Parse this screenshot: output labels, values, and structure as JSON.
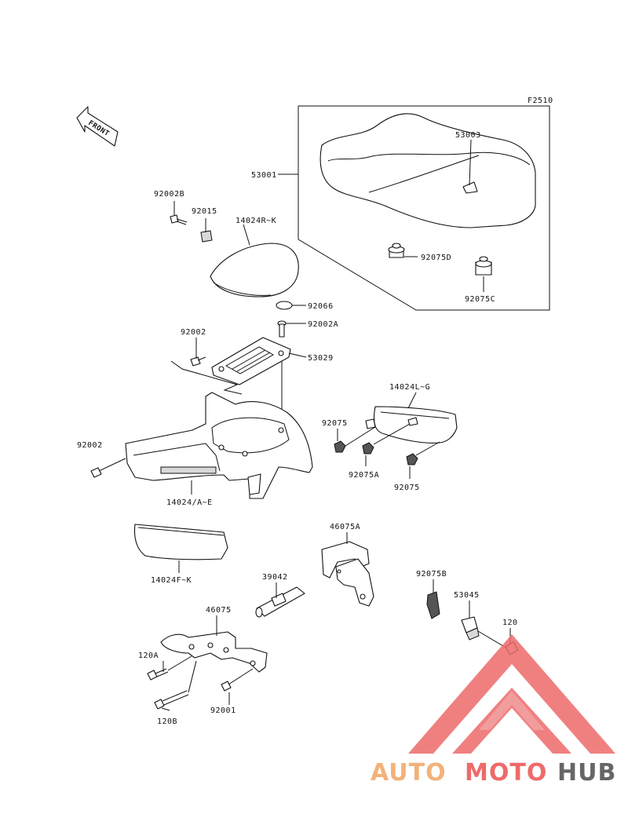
{
  "figure_code": "F2510",
  "front_label": "FRONT",
  "watermark": {
    "part1": "AUTO",
    "part2": "MOTO",
    "part3": "HUB",
    "color1": "#f2b27a",
    "color2": "#ee6a6a",
    "color3": "#666666"
  },
  "callouts": {
    "c53001": "53001",
    "c53003": "53003",
    "c92075D": "92075D",
    "c92075C": "92075C",
    "c92002B": "92002B",
    "c92015": "92015",
    "c14024RK": "14024R~K",
    "c92066": "92066",
    "c92002A": "92002A",
    "c92002_top": "92002",
    "c53029": "53029",
    "c14024LG": "14024L~G",
    "c92075_top": "92075",
    "c92075A": "92075A",
    "c92075_bot": "92075",
    "c92002_left": "92002",
    "c14024AE": "14024/A~E",
    "c46075A": "46075A",
    "c14024FK": "14024F~K",
    "c39042": "39042",
    "c92075B": "92075B",
    "c53045": "53045",
    "c46075": "46075",
    "c120": "120",
    "c120A": "120A",
    "c120B": "120B",
    "c92001": "92001"
  }
}
